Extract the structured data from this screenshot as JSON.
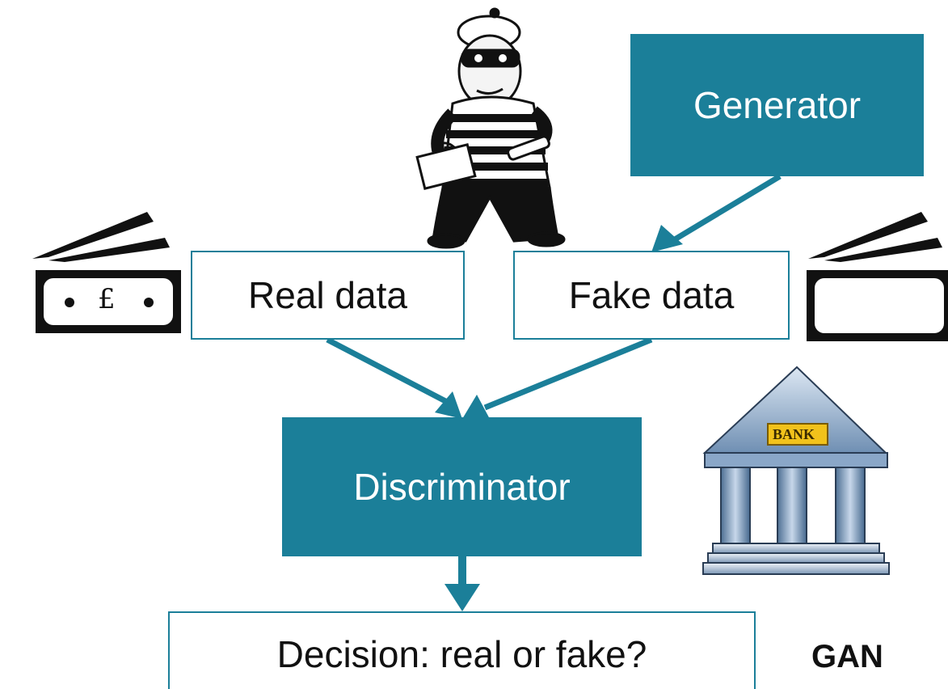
{
  "colors": {
    "accent": "#1b7f99",
    "box_text_on_fill": "#ffffff",
    "outline": "#1b7f99"
  },
  "nodes": {
    "generator": "Generator",
    "real_data": "Real data",
    "fake_data": "Fake data",
    "discriminator": "Discriminator",
    "decision": "Decision: real or fake?"
  },
  "banknote_symbol": "£",
  "bank_sign": "BANK",
  "corner_label": "GAN",
  "icons": [
    "robber-icon",
    "banknote-pound-icon",
    "blank-banknote-icon",
    "bank-building-icon"
  ]
}
